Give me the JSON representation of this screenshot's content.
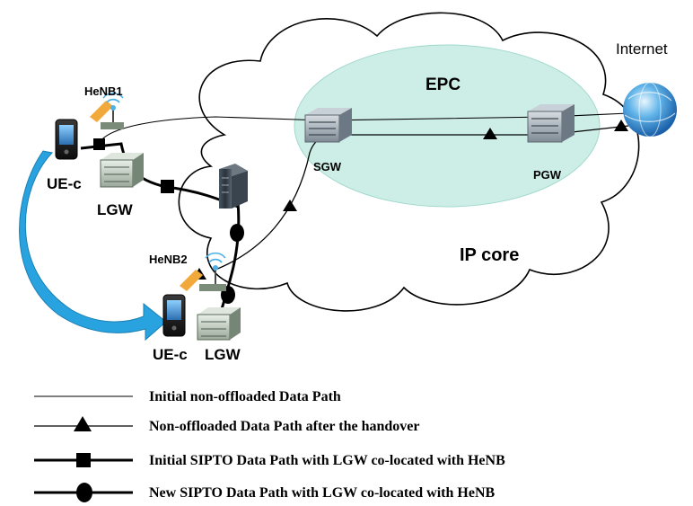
{
  "labels": {
    "epc": "EPC",
    "ip_core": "IP core",
    "internet": "Internet",
    "sgw": "SGW",
    "pgw": "PGW",
    "henb1": "HeNB1",
    "henb2": "HeNB2",
    "ue_top": "UE-c",
    "ue_bottom": "UE-c",
    "lgw_top": "LGW",
    "lgw_bottom": "LGW"
  },
  "legend": [
    {
      "marker": "none",
      "text": "Initial non-offloaded Data Path"
    },
    {
      "marker": "triangle",
      "text": "Non-offloaded Data Path after the handover"
    },
    {
      "marker": "square",
      "text": "Initial SIPTO Data Path with LGW co-located with HeNB"
    },
    {
      "marker": "circle",
      "text": "New SIPTO Data Path with LGW co-located with HeNB"
    }
  ],
  "colors": {
    "epc_fill": "#cdeee6",
    "handover_arrow": "#29a3df",
    "line": "#000000"
  },
  "icons": [
    "cloud-icon",
    "internet-globe-icon",
    "sgw-router-icon",
    "pgw-router-icon",
    "henb-antenna-icon",
    "ue-phone-icon",
    "lgw-server-icon",
    "server-tower-icon",
    "handover-arrow-icon"
  ]
}
